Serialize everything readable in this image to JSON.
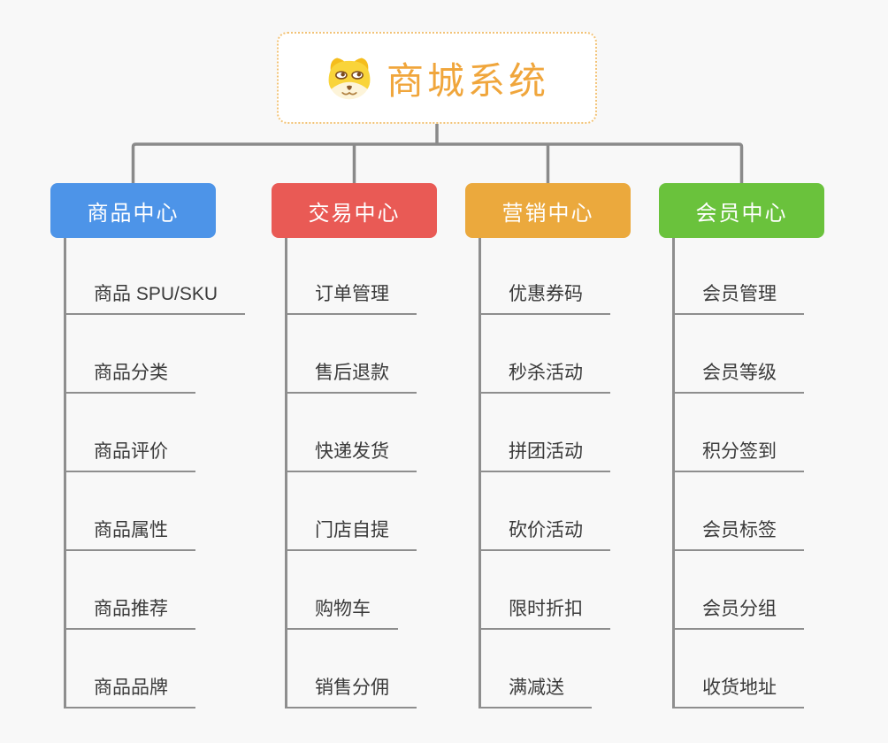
{
  "root": {
    "title": "商城系统",
    "icon": "dog-face-icon"
  },
  "branches": [
    {
      "label": "商品中心",
      "color": "#4d94e8",
      "items": [
        "商品 SPU/SKU",
        "商品分类",
        "商品评价",
        "商品属性",
        "商品推荐",
        "商品品牌"
      ]
    },
    {
      "label": "交易中心",
      "color": "#e95a55",
      "items": [
        "订单管理",
        "售后退款",
        "快递发货",
        "门店自提",
        "购物车",
        "销售分佣"
      ]
    },
    {
      "label": "营销中心",
      "color": "#eba93d",
      "items": [
        "优惠券码",
        "秒杀活动",
        "拼团活动",
        "砍价活动",
        "限时折扣",
        "满减送"
      ]
    },
    {
      "label": "会员中心",
      "color": "#6ac23c",
      "items": [
        "会员管理",
        "会员等级",
        "积分签到",
        "会员标签",
        "会员分组",
        "收货地址"
      ]
    }
  ],
  "colors": {
    "canvas_background": "#f8f8f8",
    "connector_gray": "#8a8a8a",
    "root_text_orange": "#f0a63c",
    "root_border_orange": "#f2c377",
    "leaf_text": "#3a3a3a"
  }
}
